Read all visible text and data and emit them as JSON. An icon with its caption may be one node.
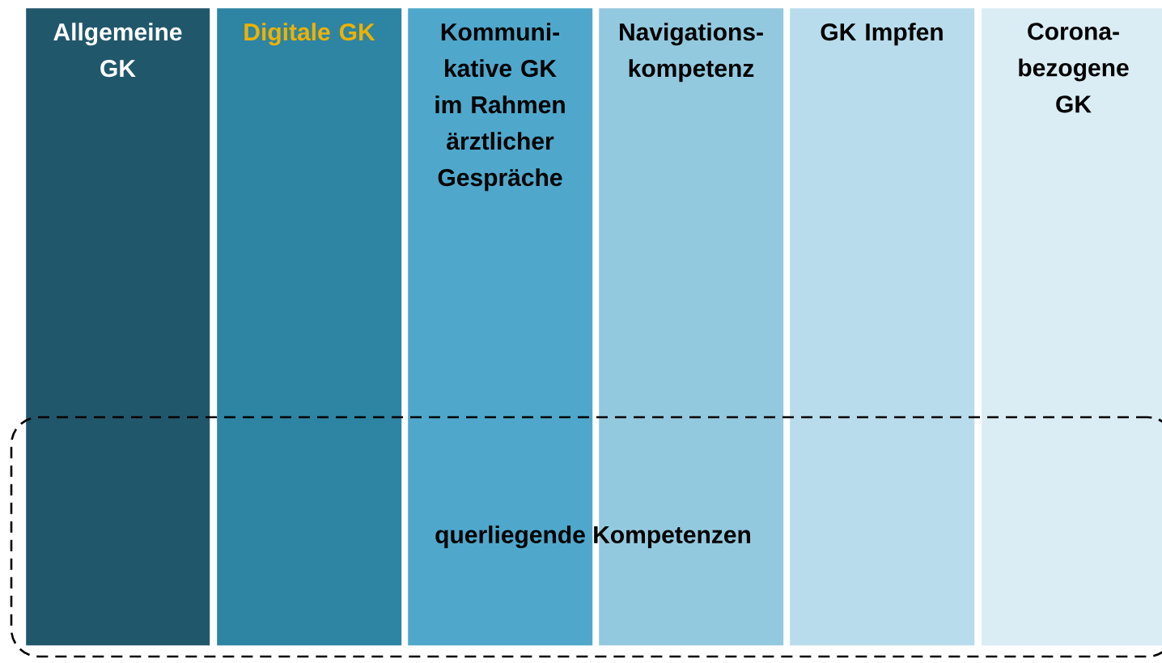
{
  "diagram": {
    "nodes": [
      {
        "text": [
          "Allgemeine GK"
        ]
      },
      {
        "text": [
          "Digitale GK"
        ]
      },
      {
        "text": [
          "Kommuni- kative GK im Rahmen ärztlicher Gespräche"
        ]
      },
      {
        "text": [
          "Navigations- kompetenz"
        ]
      },
      {
        "text": [
          "GK Impfen"
        ]
      },
      {
        "text": [
          "Corona- bezogene GK"
        ]
      },
      {
        "text": [
          "querliegende Kompetenzen"
        ]
      }
    ]
  }
}
